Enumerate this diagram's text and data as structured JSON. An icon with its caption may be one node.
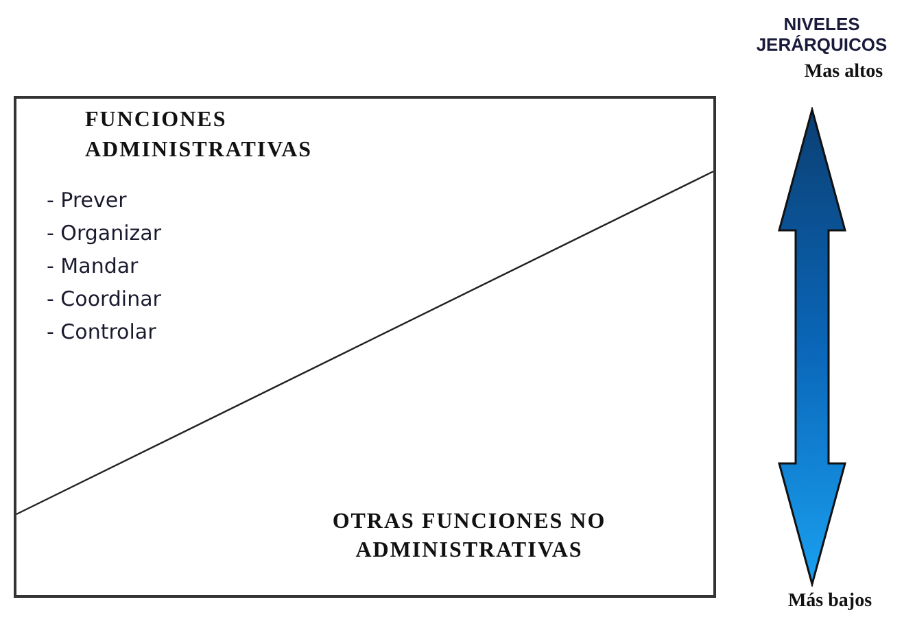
{
  "diagram": {
    "nodes": [
      {
        "text": [
          "FUNCIONES ADMINISTRATIVAS",
          "- Prever",
          "- Organizar",
          "- Mandar",
          "- Coordinar",
          "- Controlar",
          "OTRAS FUNCIONES NO ADMINISTRATIVAS"
        ]
      }
    ],
    "edges": [],
    "labels": [
      "NIVELES JERÁRQUICOS",
      "Mas altos",
      "Más bajos"
    ]
  }
}
